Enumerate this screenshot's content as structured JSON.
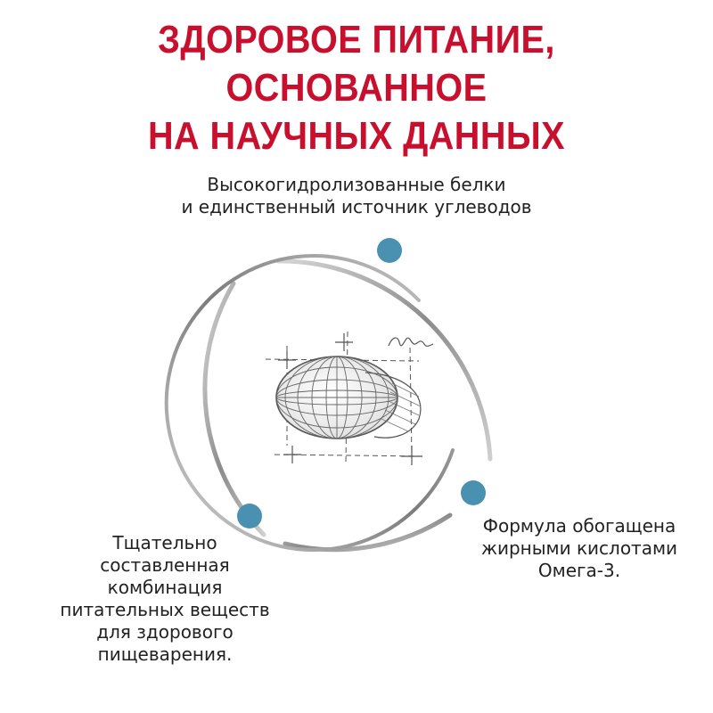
{
  "headline": {
    "line1": "ЗДОРОВОЕ ПИТАНИЕ, ОСНОВАННОЕ",
    "line2": "НА НАУЧНЫХ ДАННЫХ"
  },
  "feature_top": {
    "line1": "Высокогидролизованные белки",
    "line2": "и единственный источник углеводов"
  },
  "feature_right": {
    "line1": "Формула обогащена",
    "line2": "жирными кислотами",
    "line3": "Омега-3."
  },
  "feature_left": {
    "line1": "Тщательно",
    "line2": "составленная",
    "line3": "комбинация",
    "line4": "питательных веществ",
    "line5": "для здорового",
    "line6": "пищеварения."
  },
  "colors": {
    "headline": "#c8102e",
    "text": "#222222",
    "accent_dot": "#4a90b0",
    "ring": "#9a9a9a",
    "sketch": "#555555"
  }
}
